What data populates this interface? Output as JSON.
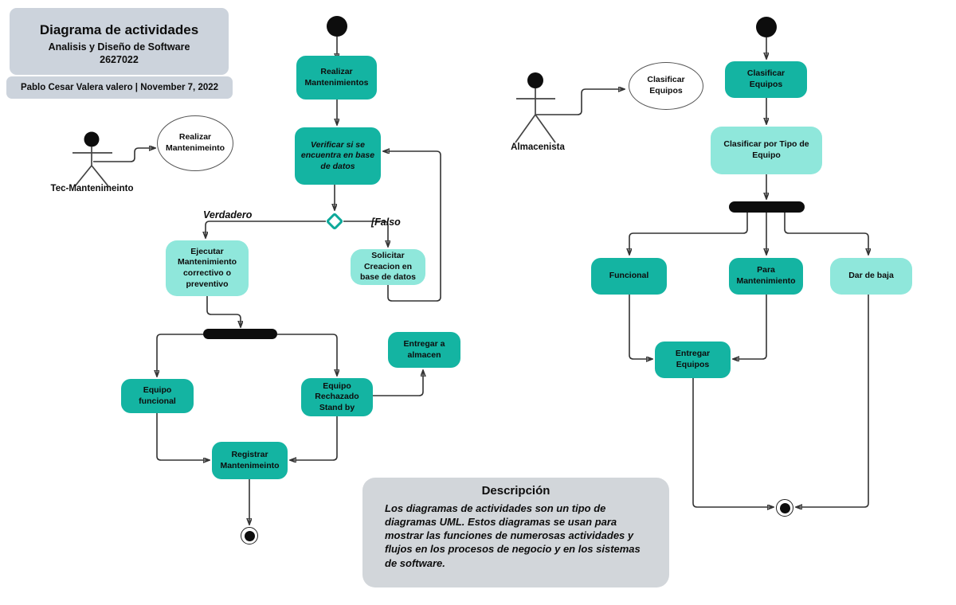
{
  "header": {
    "title": "Diagrama de actividades",
    "subtitle": "Analisis y Diseño de Software 2627022",
    "byline": "Pablo Cesar Valera valero  |  November 7, 2022"
  },
  "colors": {
    "node_teal": "#14b4a2",
    "node_teal_light": "#8fe7db",
    "panel_gray": "#ccd3dc",
    "decision_outline": "#0ea99a",
    "edge": "#333333"
  },
  "left_diagram": {
    "actor": "Tec-Mantenimeinto",
    "usecase": "Realizar Mantenimeinto",
    "nodes": {
      "realizar": "Realizar Mantenimientos",
      "verificar": "Verificar si se encuentra en base de datos",
      "ejecutar": "Ejecutar Mantenimiento correctivo o preventivo",
      "solicitar": "Solicitar Creacion en base de datos",
      "equipo_funcional": "Equipo funcional",
      "equipo_rechazado": "Equipo Rechazado Stand by",
      "entregar_almacen": "Entregar a almacen",
      "registrar": "Registrar Mantenimeinto"
    },
    "branch_true": "Verdadero",
    "branch_false": "[Falso"
  },
  "right_diagram": {
    "actor": "Almacenista",
    "usecase": "Clasificar Equipos",
    "nodes": {
      "clasificar": "Clasificar Equipos",
      "clasificar_tipo": "Clasificar por Tipo de Equipo",
      "funcional": "Funcional",
      "para_mantenimiento": "Para Mantenimiento",
      "dar_de_baja": "Dar de baja",
      "entregar_equipos": "Entregar Equipos"
    }
  },
  "description": {
    "title": "Descripción",
    "body": "Los diagramas de actividades son un tipo de diagramas UML. Estos diagramas se usan para mostrar las funciones de numerosas actividades y flujos en los procesos de negocio y en los sistemas de software."
  }
}
